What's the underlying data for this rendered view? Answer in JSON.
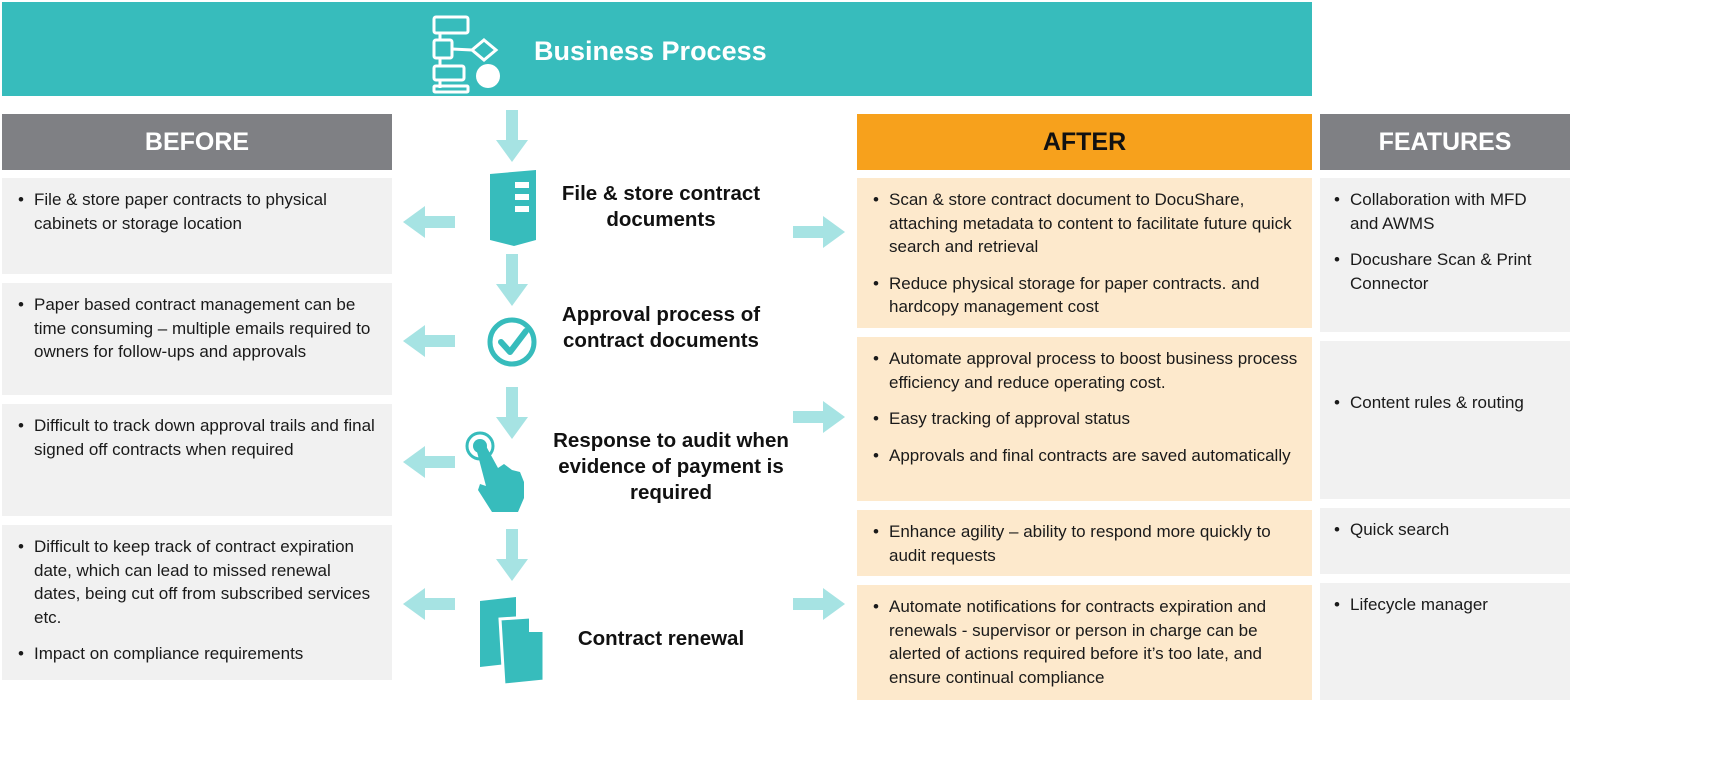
{
  "banner": {
    "title": "Business Process"
  },
  "headers": {
    "before": "BEFORE",
    "after": "AFTER",
    "features": "FEATURES"
  },
  "before": [
    {
      "items": [
        "File & store paper contracts to physical cabinets or storage location"
      ]
    },
    {
      "items": [
        "Paper based contract management can be time consuming – multiple emails required to owners for follow-ups and approvals"
      ]
    },
    {
      "items": [
        "Difficult to track down approval trails and final signed off contracts when required"
      ]
    },
    {
      "items": [
        "Difficult to keep track of contract expiration date, which can lead to missed renewal dates, being cut off from subscribed services etc.",
        "Impact on compliance requirements"
      ]
    }
  ],
  "process": [
    {
      "label": "File & store contract documents",
      "icon": "server-icon"
    },
    {
      "label": "Approval process of contract documents",
      "icon": "checkmark-circle-icon"
    },
    {
      "label": "Response to audit when evidence of payment is required",
      "icon": "touch-hand-icon"
    },
    {
      "label": "Contract renewal",
      "icon": "documents-icon"
    }
  ],
  "after": [
    {
      "items": [
        "Scan & store contract document to DocuShare, attaching metadata to content to facilitate future quick search and retrieval",
        "Reduce physical storage for paper contracts. and hardcopy management cost"
      ]
    },
    {
      "items": [
        "Automate approval process to boost business process efficiency and reduce operating cost.",
        "Easy tracking of approval status",
        "Approvals and final contracts are saved automatically"
      ]
    },
    {
      "items": [
        "Enhance agility – ability to respond more quickly to audit requests"
      ]
    },
    {
      "items": [
        "Automate notifications for contracts expiration and renewals - supervisor or person in charge can be alerted of actions required before it’s too late, and ensure continual compliance"
      ]
    }
  ],
  "features": [
    {
      "items": [
        "Collaboration with MFD and AWMS",
        "Docushare Scan & Print Connector"
      ]
    },
    {
      "items": [
        "Content rules & routing"
      ]
    },
    {
      "items": [
        "Quick search"
      ]
    },
    {
      "items": [
        "Lifecycle manager"
      ]
    }
  ],
  "colors": {
    "teal": "#37bcbc",
    "arrow": "#a6e3e3",
    "gray_header": "#7f8084",
    "orange_header": "#f7a11c",
    "after_bg": "#fde9cc",
    "before_bg": "#f1f1f1"
  }
}
